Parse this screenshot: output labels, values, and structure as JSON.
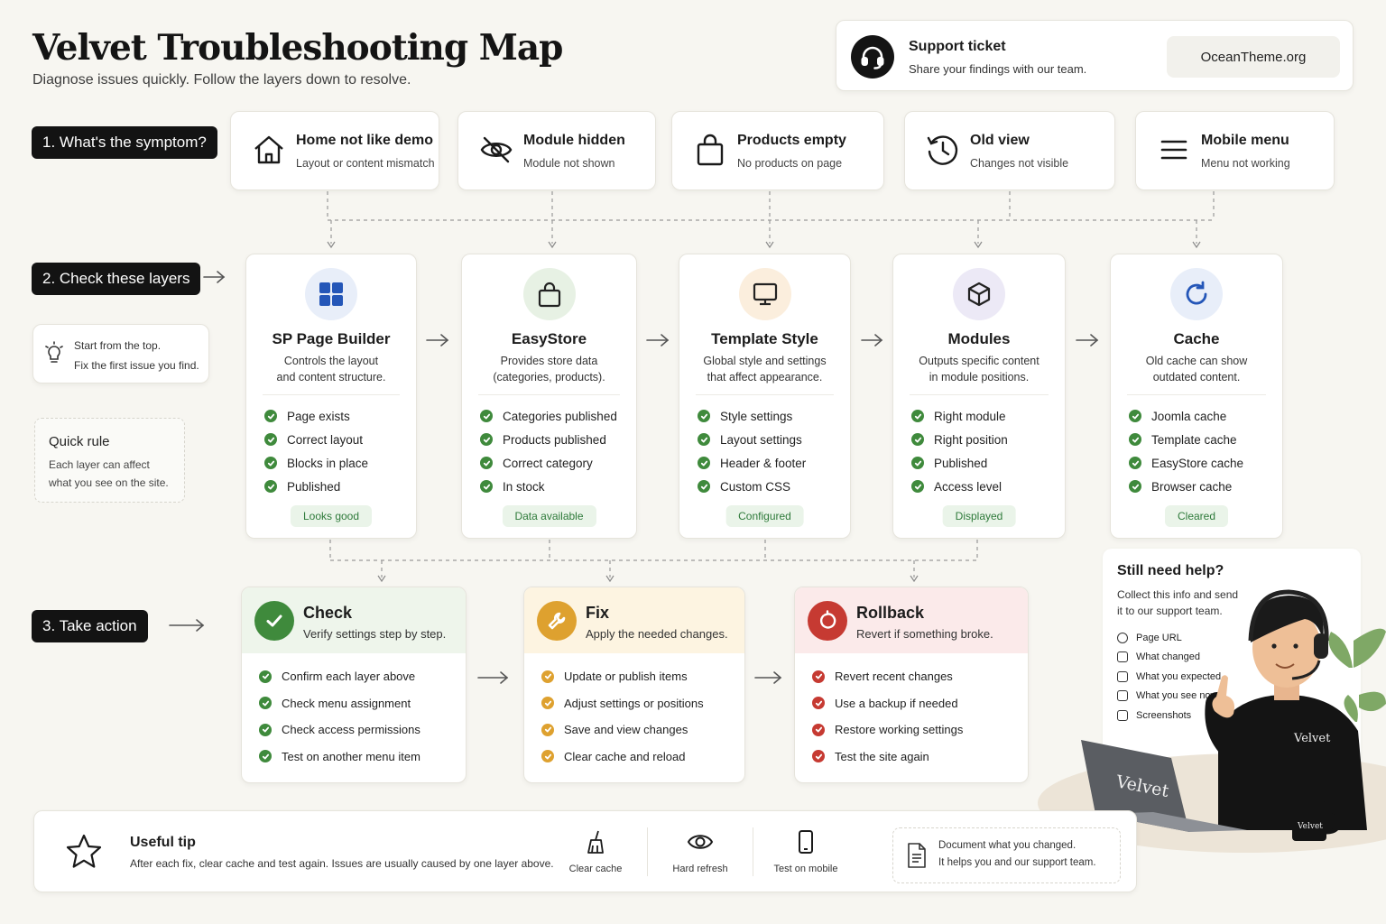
{
  "header": {
    "title": "Velvet Troubleshooting Map",
    "subtitle": "Diagnose issues quickly. Follow the layers down to resolve."
  },
  "support": {
    "title": "Support ticket",
    "text": "Share your findings with our team.",
    "site": "OceanTheme.org",
    "icon": "headset-icon"
  },
  "steps": {
    "symptom": "1. What's the symptom?",
    "layers": "2. Check these layers",
    "action": "3. Take action"
  },
  "symptoms": [
    {
      "title": "Home not like demo",
      "sub": "Layout or content mismatch",
      "icon": "home-icon"
    },
    {
      "title": "Module hidden",
      "sub": "Module not shown",
      "icon": "eye-off-icon"
    },
    {
      "title": "Products empty",
      "sub": "No products on page",
      "icon": "shopping-bag-icon"
    },
    {
      "title": "Old view",
      "sub": "Changes not visible",
      "icon": "history-icon"
    },
    {
      "title": "Mobile menu",
      "sub": "Menu not working",
      "icon": "menu-icon"
    }
  ],
  "tip_top": {
    "line1": "Start from the top.",
    "line2": "Fix the first issue you find.",
    "icon": "lightbulb-icon"
  },
  "quick_rule": {
    "title": "Quick rule",
    "line1": "Each layer can affect",
    "line2": "what you see on the site."
  },
  "layers": [
    {
      "title": "SP Page Builder",
      "d1": "Controls the layout",
      "d2": "and content structure.",
      "items": [
        "Page exists",
        "Correct layout",
        "Blocks in place",
        "Published"
      ],
      "badge": "Looks good",
      "icon": "grid-icon",
      "color": "#2456b8",
      "bg": "#e8eef9"
    },
    {
      "title": "EasyStore",
      "d1": "Provides store data",
      "d2": "(categories, products).",
      "items": [
        "Categories published",
        "Products published",
        "Correct category",
        "In stock"
      ],
      "badge": "Data available",
      "icon": "shopping-bag-icon",
      "color": "#222222",
      "bg": "#e7f1e4"
    },
    {
      "title": "Template Style",
      "d1": "Global style and settings",
      "d2": "that affect appearance.",
      "items": [
        "Style settings",
        "Layout settings",
        "Header & footer",
        "Custom CSS"
      ],
      "badge": "Configured",
      "icon": "monitor-icon",
      "color": "#222222",
      "bg": "#fbeedd"
    },
    {
      "title": "Modules",
      "d1": "Outputs specific content",
      "d2": "in module positions.",
      "items": [
        "Right module",
        "Right position",
        "Published",
        "Access level"
      ],
      "badge": "Displayed",
      "icon": "cube-icon",
      "color": "#222222",
      "bg": "#ece9f6"
    },
    {
      "title": "Cache",
      "d1": "Old cache can show",
      "d2": "outdated content.",
      "items": [
        "Joomla cache",
        "Template cache",
        "EasyStore cache",
        "Browser cache"
      ],
      "badge": "Cleared",
      "icon": "refresh-icon",
      "color": "#2456b8",
      "bg": "#e8eef9"
    }
  ],
  "actions": [
    {
      "title": "Check",
      "sub": "Verify settings step by step.",
      "items": [
        "Confirm each layer above",
        "Check menu assignment",
        "Check access permissions",
        "Test on another menu item"
      ],
      "icon": "checkmark-icon",
      "color": "#3f8a3c",
      "bg": "#eef5eb"
    },
    {
      "title": "Fix",
      "sub": "Apply the needed changes.",
      "items": [
        "Update or publish items",
        "Adjust settings or positions",
        "Save and view changes",
        "Clear cache and reload"
      ],
      "icon": "wrench-icon",
      "color": "#dea12f",
      "bg": "#fdf4e1"
    },
    {
      "title": "Rollback",
      "sub": "Revert if something broke.",
      "items": [
        "Revert recent changes",
        "Use a backup if needed",
        "Restore working settings",
        "Test the site again"
      ],
      "icon": "undo-icon",
      "color": "#c63a32",
      "bg": "#fbeaea"
    }
  ],
  "help": {
    "title": "Still need help?",
    "line1": "Collect this info and send",
    "line2": "it to our support team.",
    "items": [
      "Page URL",
      "What changed",
      "What you expected",
      "What you see now",
      "Screenshots"
    ],
    "brand": "Velvet"
  },
  "bottom": {
    "title": "Useful tip",
    "text": "After each fix, clear cache and test again. Issues are usually caused by one layer above.",
    "tools": [
      {
        "label": "Clear cache",
        "icon": "broom-icon"
      },
      {
        "label": "Hard refresh",
        "icon": "eye-icon"
      },
      {
        "label": "Test on mobile",
        "icon": "phone-icon"
      }
    ],
    "doc1": "Document what you changed.",
    "doc2": "It helps you and our support team."
  },
  "colors": {
    "green": "#3f8a3c",
    "orange": "#dea12f",
    "red": "#c63a32",
    "dark": "#131313"
  }
}
